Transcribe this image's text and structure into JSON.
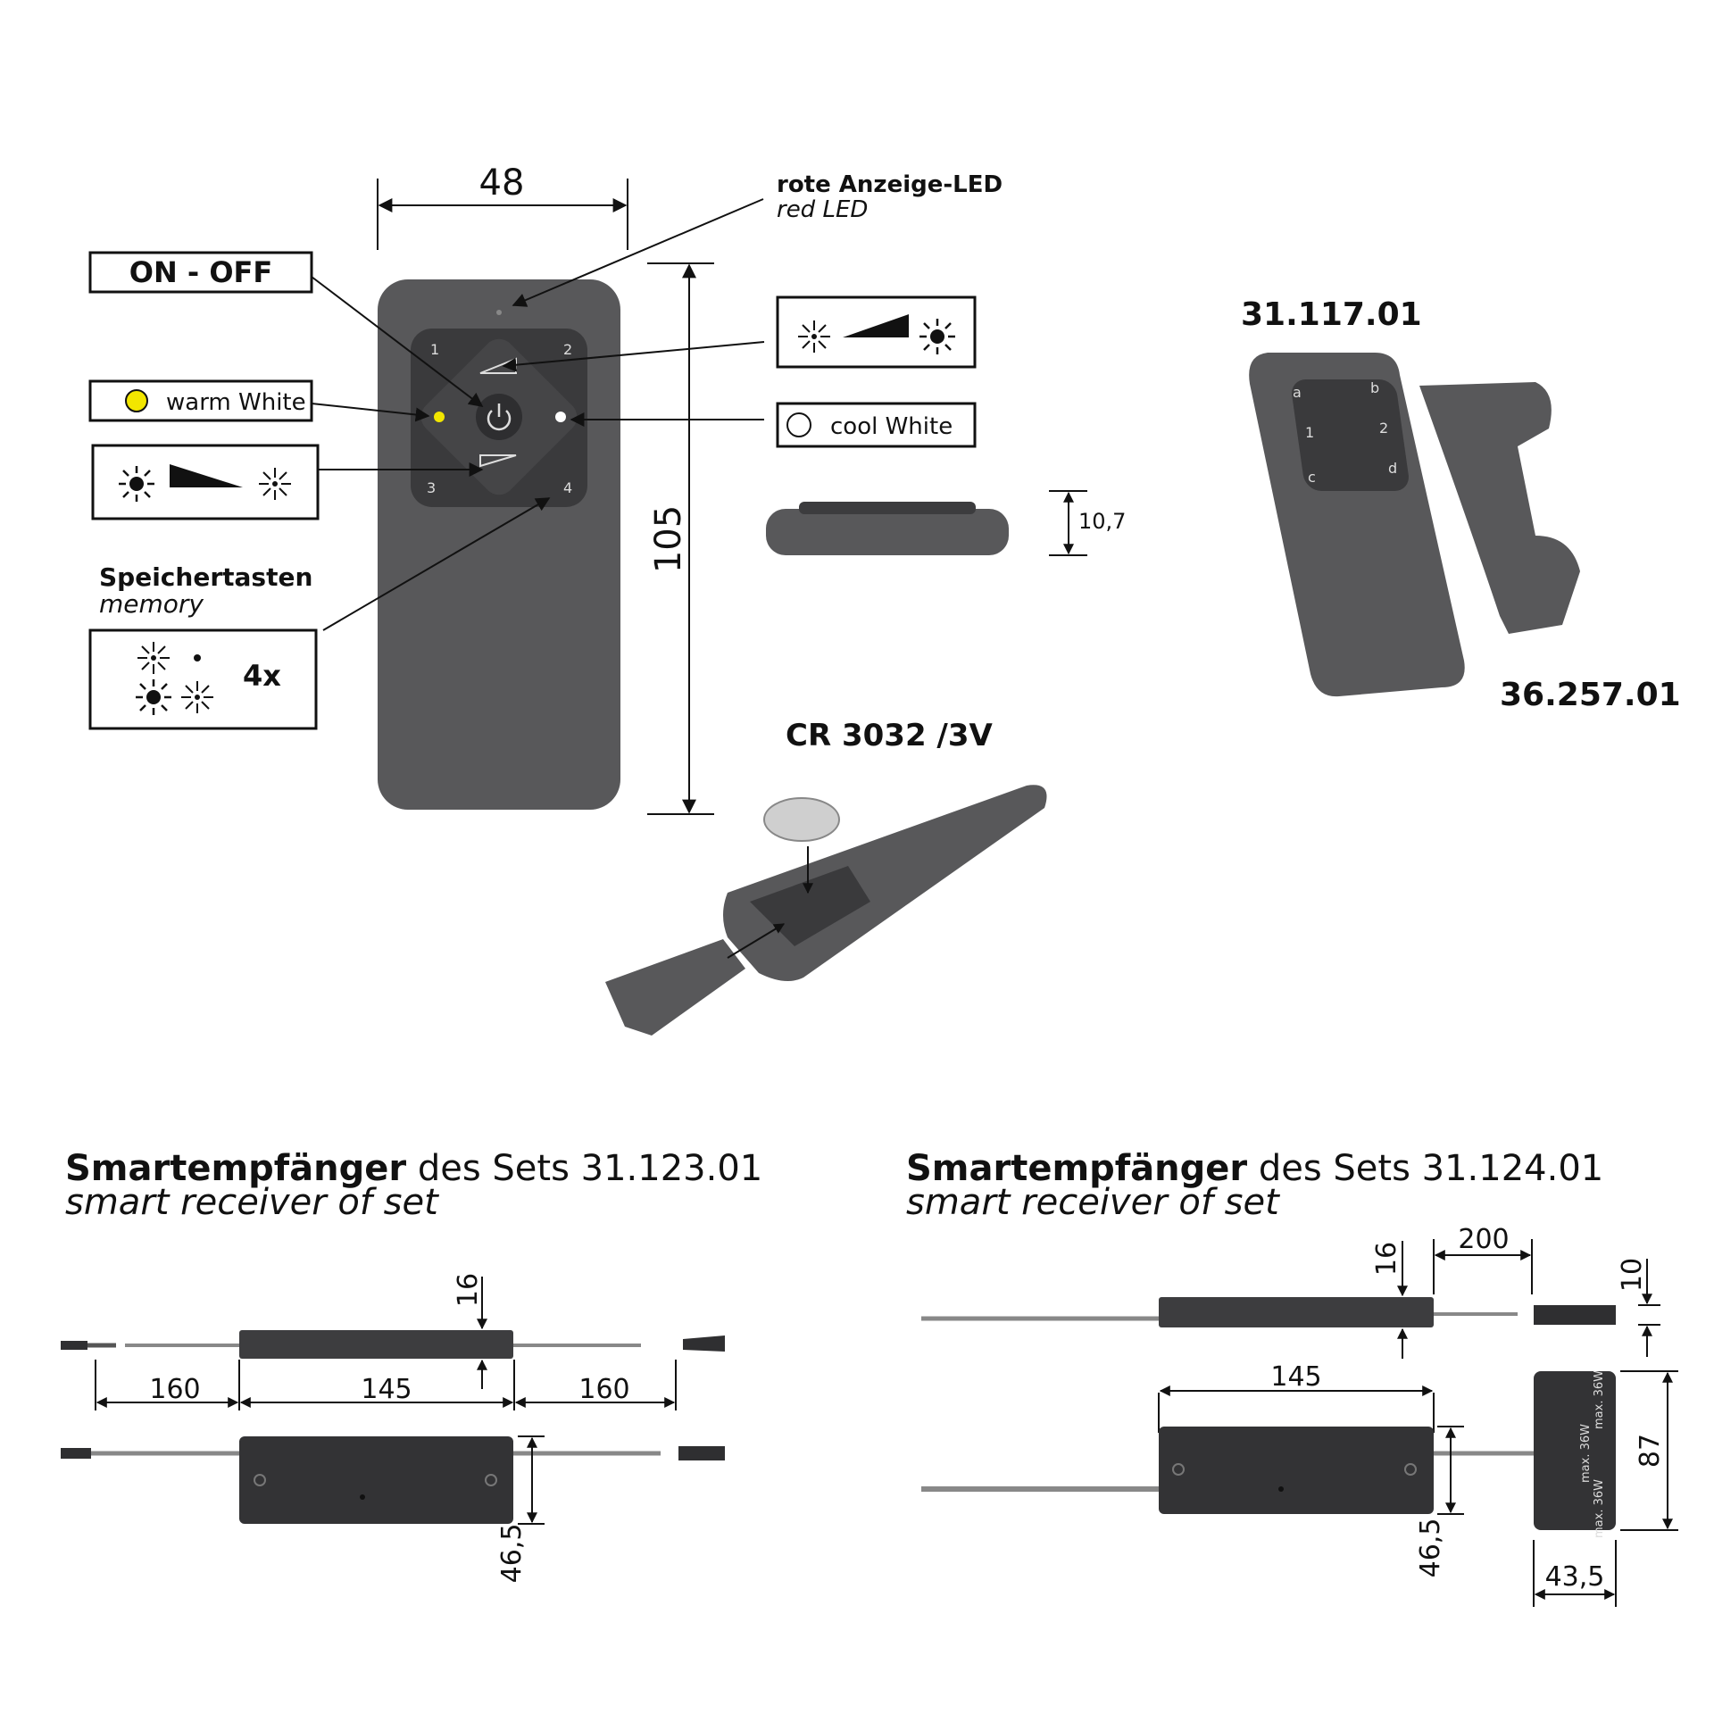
{
  "remote": {
    "width_dim": "48",
    "height_dim": "105",
    "thickness_dim": "10,7",
    "led_label_de": "rote Anzeige-LED",
    "led_label_en": "red LED",
    "on_off_label": "ON - OFF",
    "warm_white_label": "warm White",
    "cool_white_label": "cool White",
    "memory_label_de": "Speichertasten",
    "memory_label_en": "memory",
    "memory_count": "4x",
    "key_numbers": [
      "1",
      "2",
      "3",
      "4"
    ],
    "colors": {
      "warm_white_dot": "#f2e600",
      "body": "#58585a"
    }
  },
  "product": {
    "remote_number": "31.117.01",
    "holder_number": "36.257.01",
    "remote_key_letters": [
      "a",
      "b",
      "c",
      "d"
    ],
    "remote_key_numbers": [
      "1",
      "2"
    ]
  },
  "battery": {
    "label": "CR 3032 /3V"
  },
  "receiver_left": {
    "title_bold": "Smartempfänger",
    "title_rest": " des Sets 31.123.01",
    "subtitle": "smart receiver of set",
    "dim_height": "16",
    "dim_cable_left": "160",
    "dim_body": "145",
    "dim_cable_right": "160",
    "dim_depth": "46,5"
  },
  "receiver_right": {
    "title_bold": "Smartempfänger",
    "title_rest": " des Sets 31.124.01",
    "subtitle": "smart receiver of set",
    "dim_height": "16",
    "dim_cable": "200",
    "dim_plug": "10",
    "dim_body": "145",
    "dim_depth": "46,5",
    "dim_distributor_len": "87",
    "dim_distributor_w": "43,5",
    "distributor_label": "max. 36W"
  }
}
